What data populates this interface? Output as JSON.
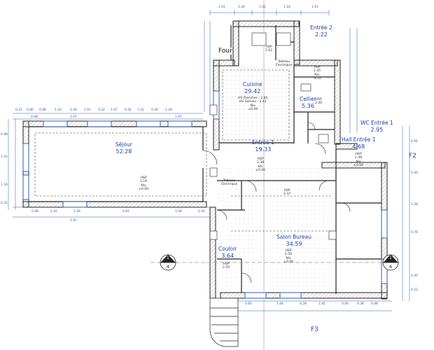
{
  "rooms": {
    "cuisine": {
      "name": "Cuisine",
      "area": "29.42"
    },
    "entree2": {
      "name": "Entrée 2",
      "area": "2.22"
    },
    "cellier": {
      "name": "Cellier",
      "area": "5.36"
    },
    "wc_entree1": {
      "name": "WC Entrée 1",
      "area": "2.95"
    },
    "hall_entree1": {
      "name": "Hall Entrée 1",
      "area": "4.68"
    },
    "sejour": {
      "name": "Séjour",
      "area": "52.28"
    },
    "entree1": {
      "name": "Entrée 1",
      "area": "19.33"
    },
    "salon_bureau": {
      "name": "Salon Bureau",
      "area": "34.59"
    },
    "couloir": {
      "name": "Couloir",
      "area": "3.64"
    }
  },
  "details": {
    "cuisine": [
      "HS Plancher : 2.60",
      "HS Solives : 2.42",
      "Niv",
      "±0.00"
    ],
    "sejour": [
      "HSP",
      "3.16",
      "Niv",
      "±0.00"
    ],
    "entree1": [
      "HSP",
      "2.38",
      "Niv",
      "±0.00"
    ],
    "salon_bureau": [
      "HSP",
      "2.50",
      "Niv",
      "±0.00"
    ],
    "hall_entree1": [
      "HSP",
      "2.48",
      "Niv",
      "±0.00"
    ],
    "cellier": [
      "HSP",
      "2.40"
    ],
    "entree2": [
      "HSP",
      "2.45",
      "Niv",
      "-0.02"
    ],
    "hsp_237": [
      "HSP",
      "2.37"
    ],
    "couloir_hsp": [
      "HSP",
      "2.50"
    ],
    "tableau_elec": [
      "Tableau",
      "Électrique"
    ],
    "top_hsp": [
      "HSP",
      "2.62"
    ]
  },
  "labels": {
    "four": "Four",
    "f2": "F2",
    "f3": "F3",
    "section_top": "1",
    "section_bottom": "4"
  },
  "dimensions": {
    "top": [
      "1.61",
      "0.30",
      "1.02",
      "1.18",
      "1.61"
    ],
    "sejour_top": [
      "0.21",
      "0.80",
      "0.98",
      "1.20",
      "0.36",
      "1.01",
      "0.22",
      "1.07",
      "0.24",
      "1.01",
      "0.28",
      "1.20"
    ],
    "sejour_top2": [
      "0.48",
      "1.07",
      "1.97"
    ],
    "sejour_bottom": [
      "0.48",
      "1.42",
      "1.26",
      "4.81",
      "1.44",
      "0.30"
    ],
    "sejour_bottom2": [
      "1.87"
    ],
    "bottom": [
      "0.60",
      "1.44",
      "0.28",
      "1.45",
      "0.40",
      "0.36",
      "0.48"
    ],
    "right": [
      "0.56",
      "0.30",
      "1.38",
      "0.76",
      "0.30",
      "0.22"
    ],
    "left": [
      "0.48",
      "1.01",
      "1.16",
      "0.22"
    ]
  },
  "colors": {
    "wall": "#222222",
    "dimension": "#2a5db0",
    "room_label": "#1f3fa8",
    "hatch": "#888888"
  }
}
